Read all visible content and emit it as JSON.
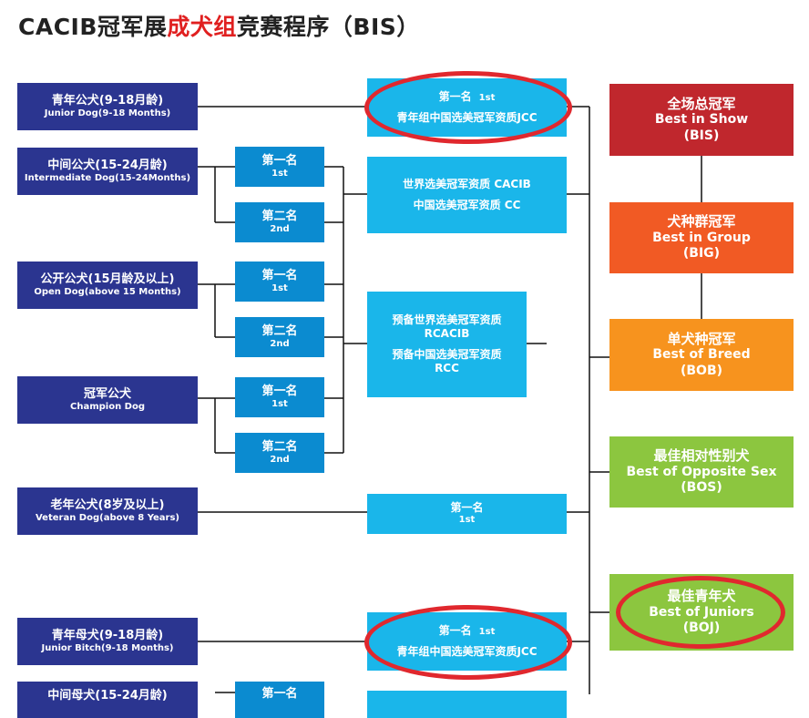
{
  "title": {
    "prefix": "CACIB冠军展",
    "highlight": "成犬组",
    "suffix": "竞赛程序（BIS）"
  },
  "classes": [
    {
      "zh": "青年公犬(9-18月龄)",
      "en": "Junior Dog(9-18 Months)"
    },
    {
      "zh": "中间公犬(15-24月龄)",
      "en": "Intermediate Dog(15-24Months)"
    },
    {
      "zh": "公开公犬(15月龄及以上)",
      "en": "Open Dog(above 15 Months)"
    },
    {
      "zh": "冠军公犬",
      "en": "Champion Dog"
    },
    {
      "zh": "老年公犬(8岁及以上)",
      "en": "Veteran Dog(above 8 Years)"
    },
    {
      "zh": "青年母犬(9-18月龄)",
      "en": "Junior Bitch(9-18 Months)"
    },
    {
      "zh": "中间母犬(15-24月龄)",
      "en": ""
    }
  ],
  "ranks": [
    {
      "zh": "第一名",
      "en": "1st"
    },
    {
      "zh": "第二名",
      "en": "2nd"
    },
    {
      "zh": "第一名",
      "en": "1st"
    },
    {
      "zh": "第二名",
      "en": "2nd"
    },
    {
      "zh": "第一名",
      "en": "1st"
    },
    {
      "zh": "第二名",
      "en": "2nd"
    },
    {
      "zh": "第一名",
      "en": ""
    }
  ],
  "awards": {
    "junior_dog": {
      "rank": "第一名",
      "rank_en": "1st",
      "cert": "青年组中国选美冠军资质JCC"
    },
    "cacib": {
      "line1": "世界选美冠军资质 CACIB",
      "line2": "中国选美冠军资质 CC"
    },
    "reserve": {
      "line1": "预备世界选美冠军资质",
      "line1b": "RCACIB",
      "line2": "预备中国选美冠军资质",
      "line2b": "RCC"
    },
    "veteran": {
      "rank": "第一名",
      "rank_en": "1st"
    },
    "junior_bitch": {
      "rank": "第一名",
      "rank_en": "1st",
      "cert": "青年组中国选美冠军资质JCC"
    }
  },
  "titles": [
    {
      "zh": "全场总冠军",
      "en": "Best in Show",
      "abbr": "(BIS)",
      "color": "#c0272d"
    },
    {
      "zh": "犬种群冠军",
      "en": "Best in Group",
      "abbr": "(BIG)",
      "color": "#f15a24"
    },
    {
      "zh": "单犬种冠军",
      "en": "Best of Breed",
      "abbr": "(BOB)",
      "color": "#f7931e"
    },
    {
      "zh": "最佳相对性别犬",
      "en": "Best of Opposite Sex",
      "abbr": "(BOS)",
      "color": "#8cc63f"
    },
    {
      "zh": "最佳青年犬",
      "en": "Best of Juniors",
      "abbr": "(BOJ)",
      "color": "#8cc63f"
    }
  ],
  "colors": {
    "class": "#2b3590",
    "rank": "#0b8bd0",
    "award": "#1ab6ea",
    "highlight": "#e0282e"
  }
}
